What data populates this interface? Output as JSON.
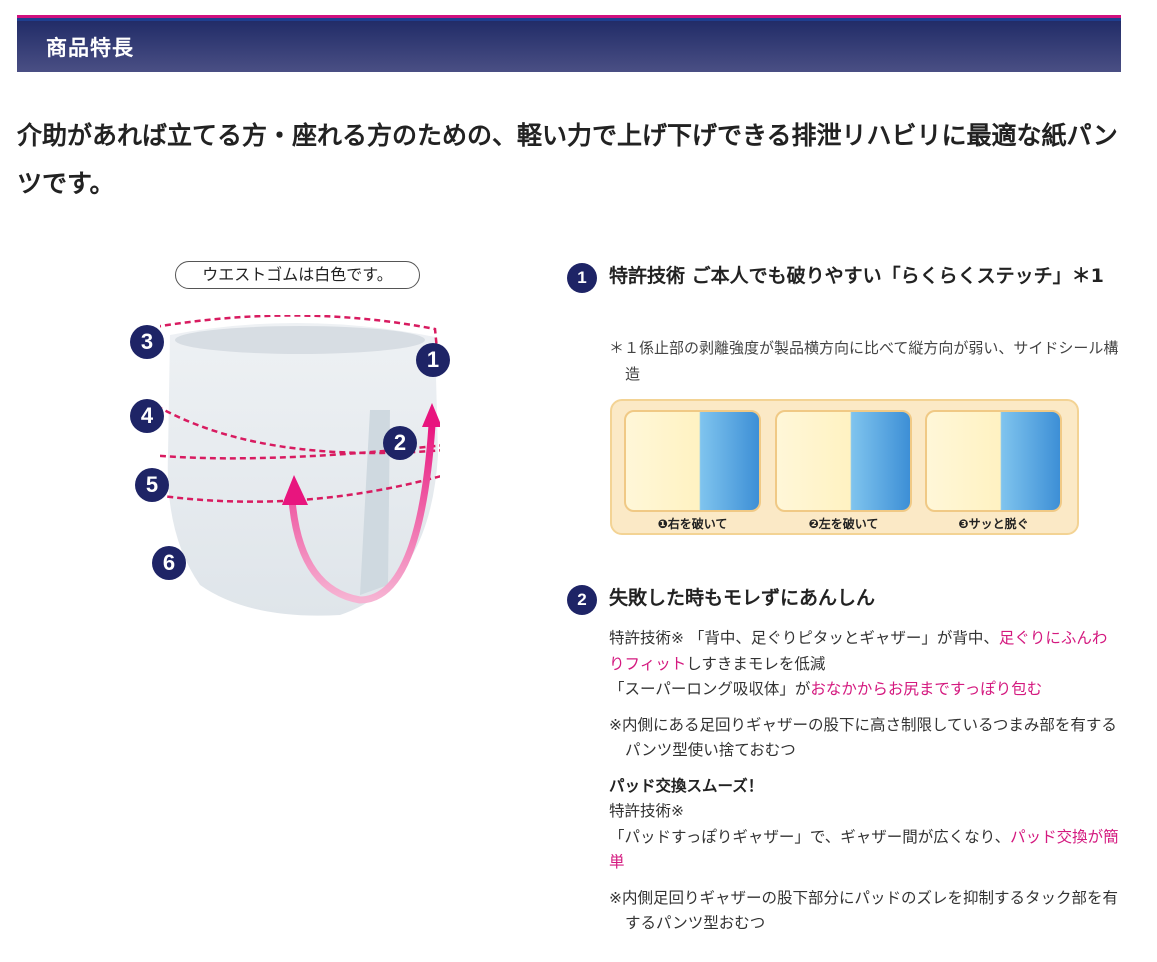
{
  "header": {
    "title": "商品特長",
    "accent_color": "#d0107e",
    "bg_color": "#1f2a66"
  },
  "lead": {
    "text": "介助があれば立てる方・座れる方のための、軽い力で上げ下げできる排泄リハビリに最適な紙パンツです。"
  },
  "illustration": {
    "waist_label": "ウエストゴムは白色です。",
    "markers": [
      "1",
      "2",
      "3",
      "4",
      "5",
      "6"
    ]
  },
  "features": [
    {
      "number": "1",
      "title": "特許技術 ご本人でも破りやすい「らくらくステッチ」＊1",
      "footnote": "＊１係止部の剥離強度が製品横方向に比べて縦方向が弱い、サイドシール構造",
      "steps": [
        {
          "label": "❶右を破いて"
        },
        {
          "label": "❷左を破いて"
        },
        {
          "label": "❸サッと脱ぐ"
        }
      ]
    },
    {
      "number": "2",
      "title": "失敗した時もモレずにあんしん",
      "para1_a": "特許技術※ 「背中、足ぐりピタッとギャザー」が背中、",
      "para1_pink": "足ぐりにふんわりフィット",
      "para1_b": "しすきまモレを低減",
      "para2_a": "「スーパーロング吸収体」が",
      "para2_pink": "おなかからお尻まですっぽり包む",
      "note1": "※内側にある足回りギャザーの股下に高さ制限しているつまみ部を有するパンツ型使い捨ておむつ",
      "sub_title": "パッド交換スムーズ！",
      "sub_line1": "特許技術※",
      "sub_line2_a": "「パッドすっぽりギャザー」で、ギャザー間が広くなり、",
      "sub_line2_pink": "パッド交換が簡単",
      "note2": "※内側足回りギャザーの股下部分にパッドのズレを抑制するタック部を有するパンツ型おむつ"
    }
  ],
  "colors": {
    "navy": "#1e2466",
    "pink": "#d4197f"
  }
}
